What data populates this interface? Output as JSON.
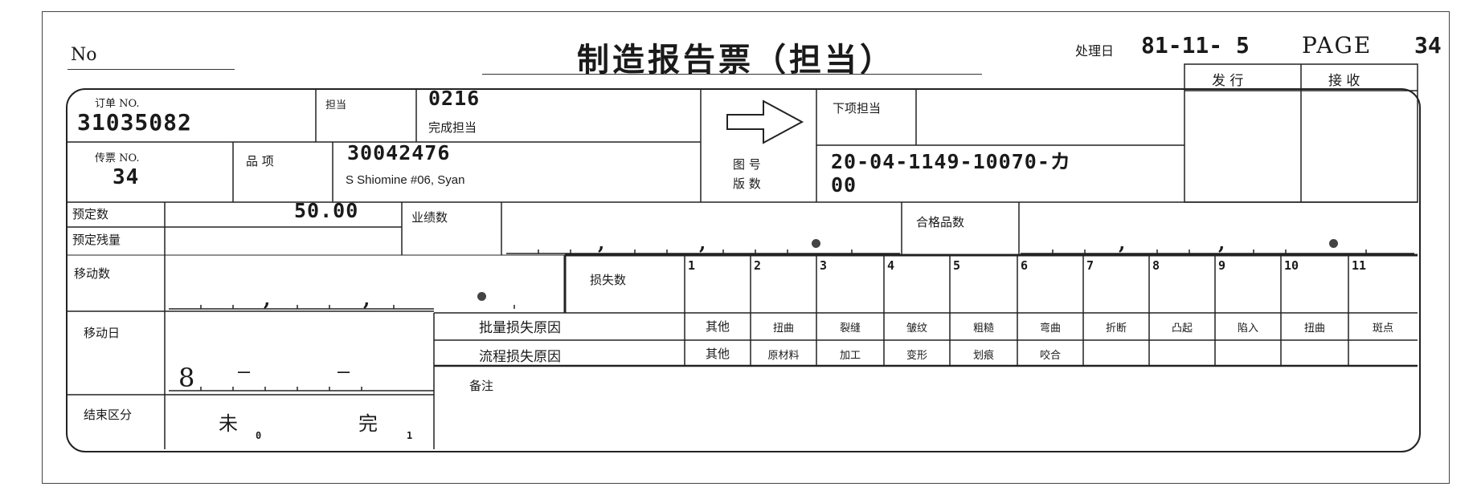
{
  "header": {
    "no_label": "No",
    "title": "制造报告票（担当）",
    "date_label": "处理日",
    "date_value": "81-11- 5",
    "page_label": "PAGE",
    "page_value": "34",
    "issue_label": "发  行",
    "receive_label": "接   收"
  },
  "order": {
    "label": "订单 NO.",
    "value": "31035082"
  },
  "charge": {
    "label": "担当",
    "code": "0216",
    "complete_label": "完成担当"
  },
  "next_charge_label": "下项担当",
  "slip": {
    "label": "传票 NO.",
    "value": "34"
  },
  "item": {
    "label": "品  项",
    "code": "30042476",
    "name": "S Shiomine #06, Syan"
  },
  "drawing": {
    "label1": "图  号",
    "label2": "版  数",
    "number": "20-04-1149-10070-カ",
    "version": "00"
  },
  "planned": {
    "label": "预定数",
    "value": "50.00",
    "remaining_label": "预定残量"
  },
  "results_label": "业绩数",
  "pass_label": "合格品数",
  "move_qty_label": "移动数",
  "loss_label": "损失数",
  "loss_numbers": [
    "1",
    "2",
    "3",
    "4",
    "5",
    "6",
    "7",
    "8",
    "9",
    "10",
    "11"
  ],
  "batch_loss_label": "批量损失原因",
  "batch_reasons": [
    "其他",
    "扭曲",
    "裂缝",
    "皱纹",
    "粗糙",
    "弯曲",
    "折断",
    "凸起",
    "陷入",
    "扭曲",
    "斑点"
  ],
  "flow_loss_label": "流程损失原因",
  "flow_reasons": [
    "其他",
    "原材料",
    "加工",
    "变形",
    "划痕",
    "咬合"
  ],
  "move_date": {
    "label": "移动日",
    "month": "8",
    "dash1": "—",
    "dash2": "—"
  },
  "remarks_label": "备注",
  "end": {
    "label": "结束区分",
    "open": "未",
    "open_code": "0",
    "done": "完",
    "done_code": "1"
  },
  "separators": {
    "comma": ",",
    "dot": "●"
  }
}
